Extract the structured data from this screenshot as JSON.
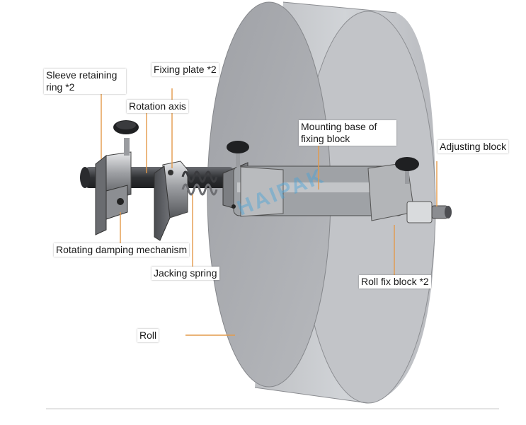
{
  "diagram": {
    "labels": {
      "sleeve_retaining_ring": "Sleeve retaining\nring *2",
      "fixing_plate": "Fixing plate *2",
      "rotation_axis": "Rotation axis",
      "mounting_base": "Mounting base of\nfixing block",
      "adjusting_block": "Adjusting block",
      "rotating_damping": "Rotating damping mechanism",
      "jacking_spring": "Jacking spring",
      "roll_fix_block": "Roll fix block *2",
      "roll": "Roll"
    },
    "watermark": "HAIPAK",
    "colors": {
      "roll_face": "#a9abb0",
      "roll_body": "#c4c6ca",
      "shaft": "#3a3c40",
      "leader_line": "#e39a4a",
      "label_bg": "#ffffff"
    }
  }
}
